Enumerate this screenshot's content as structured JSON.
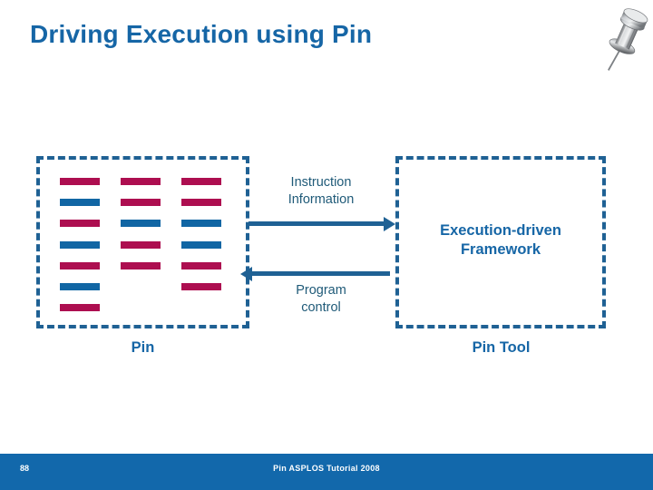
{
  "slide": {
    "title": "Driving Execution using Pin",
    "decoration_icon": "pushpin-icon"
  },
  "colors": {
    "title_blue": "#1666a6",
    "box_border_blue": "#1f6194",
    "arrow_blue": "#1f6194",
    "instruction_crimson": "#ad0e50",
    "instruction_blue": "#1166a4",
    "label_teal": "#1f5a78",
    "footer_blue": "#1268ab",
    "footer_text": "#ffffff"
  },
  "diagram": {
    "left_box": {
      "caption": "Pin",
      "instruction_columns": [
        {
          "name": "instruction-column-1",
          "bars": [
            "crimson",
            "blue",
            "crimson",
            "blue",
            "crimson",
            "blue",
            "crimson"
          ]
        },
        {
          "name": "instruction-column-2",
          "bars": [
            "crimson",
            "crimson",
            "blue",
            "crimson",
            "crimson"
          ]
        },
        {
          "name": "instruction-column-3",
          "bars": [
            "crimson",
            "crimson",
            "blue",
            "blue",
            "crimson",
            "crimson"
          ]
        }
      ]
    },
    "right_box": {
      "caption": "Pin Tool",
      "body_label": "Execution-driven\nFramework",
      "body_label_line1": "Execution-driven",
      "body_label_line2": "Framework"
    },
    "arrows": [
      {
        "name": "arrow-instruction-information",
        "label_line1": "Instruction",
        "label_line2": "Information",
        "direction": "right"
      },
      {
        "name": "arrow-program-control",
        "label_line1": "Program",
        "label_line2": "control",
        "direction": "left"
      }
    ]
  },
  "footer": {
    "page_number": "88",
    "text": "Pin ASPLOS Tutorial 2008"
  }
}
